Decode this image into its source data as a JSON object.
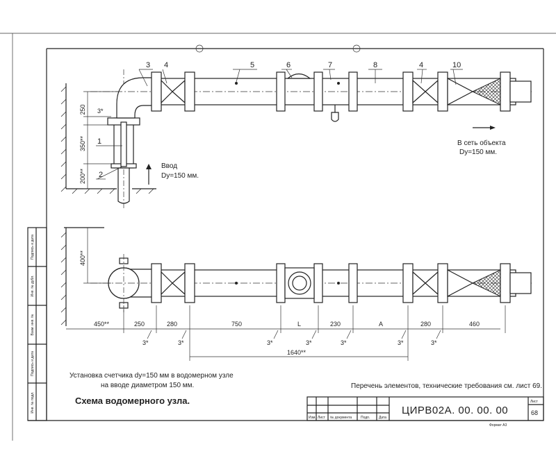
{
  "positions": [
    "1",
    "2",
    "3",
    "4",
    "5",
    "6",
    "7",
    "8",
    "4",
    "10"
  ],
  "flow_label_line1": "В сеть объекта",
  "flow_label_line2": "Dy=150 мм.",
  "inlet_label_line1": "Ввод",
  "inlet_label_line2": "Dy=150 мм.",
  "vertical_dims": {
    "top": [
      "250",
      "3*",
      "350**",
      "200**"
    ],
    "plan": "400**"
  },
  "horizontal_dims": [
    "450**",
    "250",
    "280",
    "750",
    "L",
    "230",
    "A",
    "280",
    "460"
  ],
  "gap_marks": [
    "3*",
    "3*",
    "3*",
    "3*",
    "3*",
    "3*"
  ],
  "overall_dim": "1640**",
  "note_line1": "Установка счетчика dy=150 мм в водомерном узле",
  "note_line2": "на вводе диаметром 150 мм.",
  "note_right": "Перечень элементов, технические требования см. лист 69.",
  "drawing_title": "Схема водомерного узла.",
  "title_block": {
    "code": "ЦИРВ02А. 00. 00. 00",
    "sheet_label": "Лист",
    "sheet_number": "68",
    "columns": [
      "Изм.",
      "Лист",
      "№ документа",
      "Подп.",
      "Дата"
    ],
    "format": "Формат А3"
  },
  "side_stamps": [
    "Подпись и дата",
    "Инв. № дубл.",
    "Взам. инв. №",
    "Подпись и дата",
    "Инв. № подл."
  ]
}
